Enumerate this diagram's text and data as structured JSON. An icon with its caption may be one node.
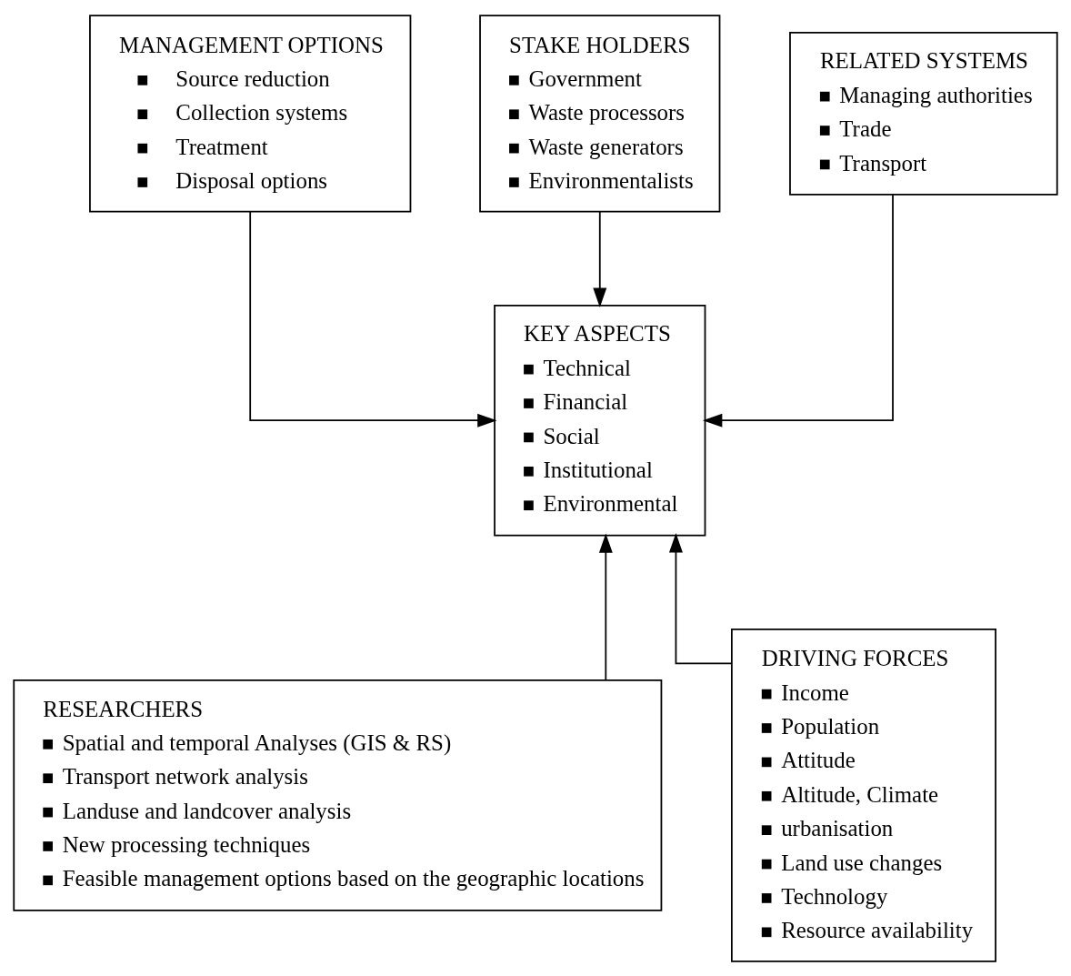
{
  "diagram": {
    "nodes": [
      {
        "text": [
          "MANAGEMENT OPTIONS",
          "Source reduction",
          "Collection systems",
          "Treatment",
          "Disposal options"
        ]
      },
      {
        "text": [
          "STAKE HOLDERS",
          "Government",
          "Waste processors",
          "Waste generators",
          "Environmentalists"
        ]
      },
      {
        "text": [
          "RELATED SYSTEMS",
          "Managing authorities",
          "Trade",
          "Transport"
        ]
      },
      {
        "text": [
          "KEY ASPECTS",
          "Technical",
          "Financial",
          "Social",
          "Institutional",
          "Environmental"
        ]
      },
      {
        "text": [
          "RESEARCHERS",
          "Spatial and temporal Analyses (GIS & RS)",
          "Transport network analysis",
          "Landuse and landcover analysis",
          "New processing techniques",
          "Feasible management options based on the geographic locations"
        ]
      },
      {
        "text": [
          "DRIVING FORCES",
          "Income",
          "Population",
          "Attitude",
          "Altitude, Climate",
          "urbanisation",
          "Land use changes",
          "Technology",
          "Resource availability"
        ]
      }
    ],
    "edges": [
      {
        "from": 0,
        "to": 3,
        "arrow": "to"
      },
      {
        "from": 1,
        "to": 3,
        "arrow": "to"
      },
      {
        "from": 2,
        "to": 3,
        "arrow": "to"
      },
      {
        "from": 4,
        "to": 3,
        "arrow": "to"
      },
      {
        "from": 5,
        "to": 3,
        "arrow": "to"
      }
    ]
  }
}
